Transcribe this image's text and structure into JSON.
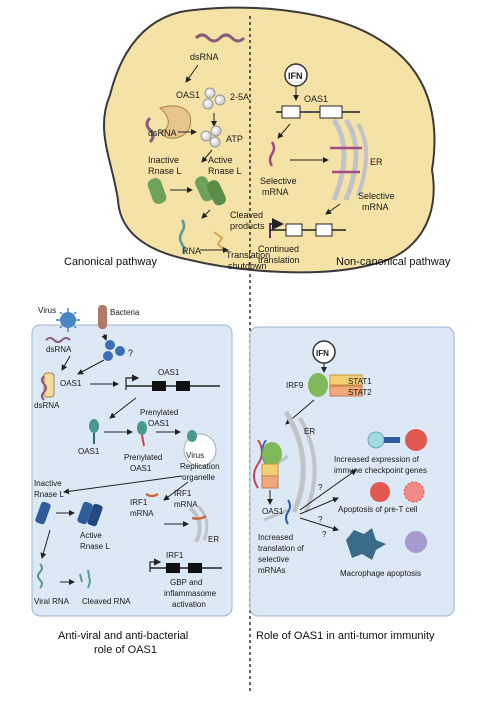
{
  "top": {
    "left_labels": {
      "dsrna_top": "dsRNA",
      "oas1": "OAS1",
      "two_5a": "2-5A",
      "dsrna_left": "dsRNA",
      "atp": "ATP",
      "inactive": "Inactive",
      "rnase_l_inactive": "Rnase L",
      "active": "Active",
      "rnase_l_active": "Rnase L",
      "cleaved": "Cleaved",
      "products": "products",
      "rna": "RNA",
      "translation": "Translation",
      "shutdown": "shutdown"
    },
    "right_labels": {
      "ifn": "IFN",
      "oas1": "OAS1",
      "selective": "Selective",
      "mrna": "mRNA",
      "er": "ER",
      "selective2": "Selective",
      "mrna2": "mRNA",
      "continued": "Continued",
      "translation": "translation"
    },
    "caption_left": "Canonical pathway",
    "caption_right": "Non-canonical pathway"
  },
  "bottom_left": {
    "virus": "Virus",
    "bacteria": "Bacteria",
    "dsrna_virus": "dsRNA",
    "question": "?",
    "oas1_left": "OAS1",
    "dsrna_left": "dsRNA",
    "oas1_gene": "OAS1",
    "prenylated_oas1_top": "Prenylated",
    "prenylated_oas1_top2": "OAS1",
    "oas1_mid": "OAS1",
    "prenylated_mid": "Prenylated",
    "prenylated_mid2": "OAS1",
    "virus_label": "Virus",
    "replication": "Replication",
    "organelle": "organelle",
    "inactive": "Inactive",
    "rnase_l_inactive": "Rnase L",
    "irf1_mrna_a": "IRF1",
    "irf1_mrna_a2": "mRNA",
    "irf1_mrna_b": "IRF1",
    "irf1_mrna_b2": "mRNA",
    "active": "Active",
    "rnase_l_active": "Rnase L",
    "er": "ER",
    "irf1": "IRF1",
    "viral_rna": "Viral RNA",
    "cleaved_rna": "Cleaved RNA",
    "gbp": "GBP and",
    "inflammasome": "inflammasome",
    "activation": "activation",
    "caption1": "Anti-viral and anti-bacterial",
    "caption2": "role of OAS1"
  },
  "bottom_right": {
    "ifn": "IFN",
    "irf9": "IRF9",
    "stat1": "STAT1",
    "stat2": "STAT2",
    "er": "ER",
    "oas1": "OAS1",
    "q1": "?",
    "q2": "?",
    "q3": "?",
    "increased_expr1": "Increased expression of",
    "increased_expr2": "immune checkpoint genes",
    "apoptosis_pret": "Apoptosis of pre-T cell",
    "increased1": "Increased",
    "increased2": "translation of",
    "increased3": "selective",
    "increased4": "mRNAs",
    "macrophage": "Macrophage apoptosis",
    "caption": "Role of OAS1 in anti-tumor immunity"
  },
  "colors": {
    "cell_fill": "#f5e2a6",
    "panel_fill": "#dce8f3",
    "rnase_green": "#6fa35a",
    "protein_tan": "#e9c58e",
    "irf9_green": "#7fb95a",
    "stat_yellow": "#f2cf72",
    "stat_orange": "#f0a97a",
    "rnase_blue": "#2f5d9c",
    "tumor_red": "#e0584f",
    "macrophage_teal": "#3b6c8a",
    "tcell_purple": "#a69bd0"
  }
}
